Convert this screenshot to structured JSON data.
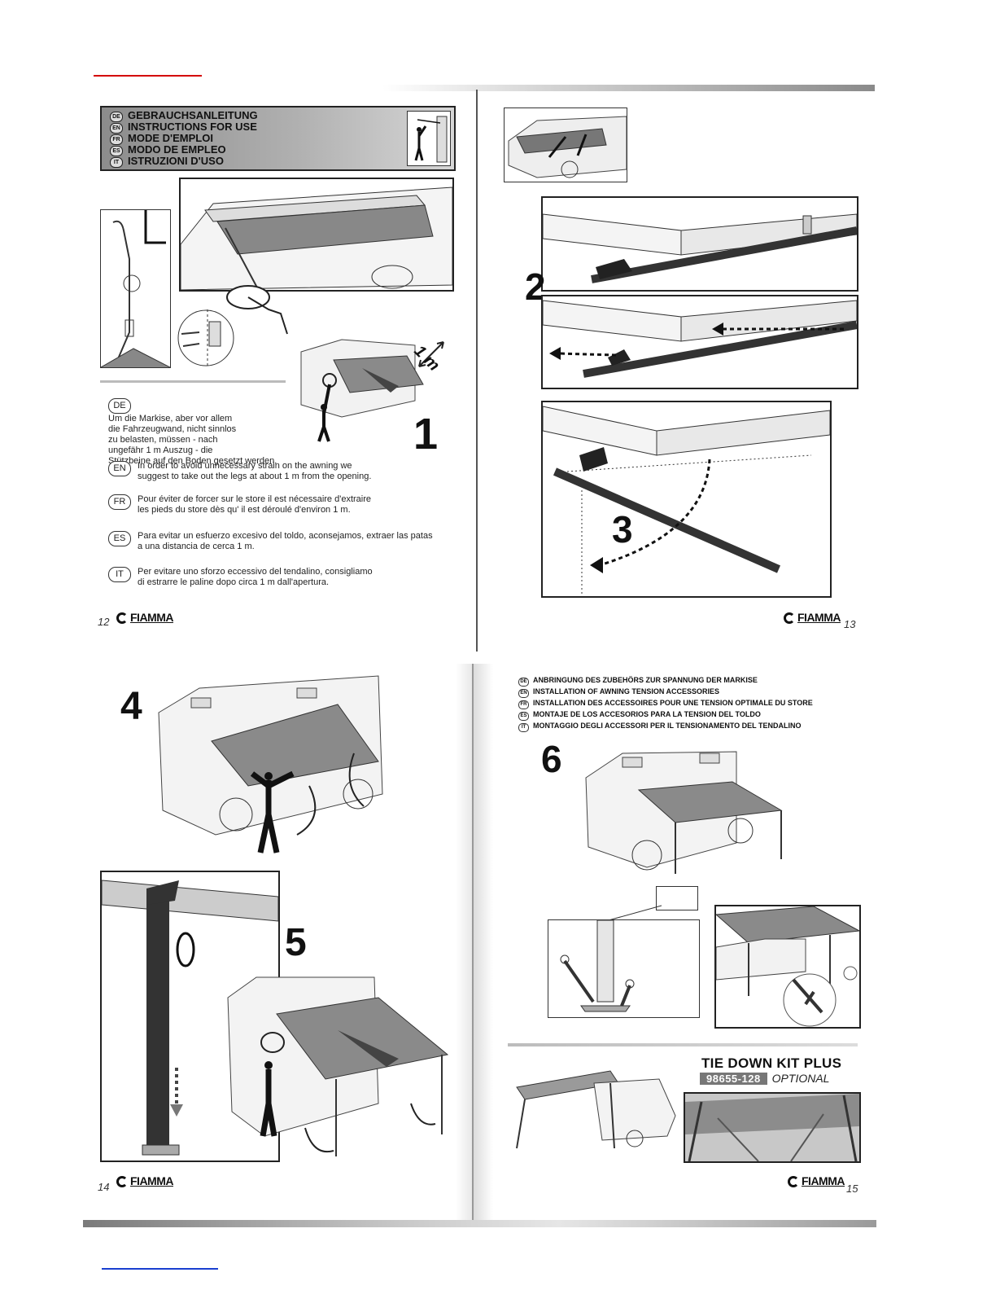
{
  "header_languages": [
    {
      "code": "DE",
      "label": "GEBRAUCHSANLEITUNG"
    },
    {
      "code": "EN",
      "label": "INSTRUCTIONS FOR USE"
    },
    {
      "code": "FR",
      "label": "MODE D'EMPLOI"
    },
    {
      "code": "ES",
      "label": "MODO DE EMPLEO"
    },
    {
      "code": "IT",
      "label": "ISTRUZIONI D'USO"
    }
  ],
  "step1": {
    "distance_label": "1 m",
    "number": "1",
    "texts": [
      {
        "code": "DE",
        "text": "Um die Markise, aber vor allem\ndie Fahrzeugwand, nicht sinnlos\nzu belasten, müssen - nach\nungefähr 1 m Auszug - die\nStützbeine auf den Boden gesetzt werden."
      },
      {
        "code": "EN",
        "text": "In order to avoid unnecessary strain on the awning  we\nsuggest to take out the legs at about 1 m from the opening."
      },
      {
        "code": "FR",
        "text": "Pour éviter de forcer sur le store  il est nécessaire d'extraire\nles pieds du store dès qu' il est déroulé d'environ 1 m."
      },
      {
        "code": "ES",
        "text": "Para evitar un esfuerzo excesivo del toldo, aconsejamos, extraer las patas\na una distancia de cerca 1 m."
      },
      {
        "code": "IT",
        "text": "Per evitare uno sforzo eccessivo del tendalino, consigliamo\ndi estrarre le paline dopo circa 1 m dall'apertura."
      }
    ]
  },
  "steps": {
    "s2": "2",
    "s3": "3",
    "s4": "4",
    "s5": "5",
    "s6": "6"
  },
  "pages": {
    "p12": "12",
    "p13": "13",
    "p14": "14",
    "p15": "15"
  },
  "brand": "FIAMMA",
  "tension_header": [
    {
      "code": "DE",
      "label": "ANBRINGUNG DES ZUBEHÖRS ZUR SPANNUNG DER MARKISE"
    },
    {
      "code": "EN",
      "label": "INSTALLATION OF AWNING TENSION ACCESSORIES"
    },
    {
      "code": "FR",
      "label": "INSTALLATION DES ACCESSOIRES POUR UNE TENSION OPTIMALE DU STORE"
    },
    {
      "code": "ES",
      "label": "MONTAJE DE LOS ACCESORIOS PARA LA TENSION DEL TOLDO"
    },
    {
      "code": "IT",
      "label": "MONTAGGIO DEGLI ACCESSORI PER IL TENSIONAMENTO DEL TENDALINO"
    }
  ],
  "kit": {
    "title": "TIE DOWN KIT PLUS",
    "code": "98655-128",
    "optional": "OPTIONAL"
  },
  "colors": {
    "accent_red": "#d40000",
    "accent_blue": "#1a3fd0",
    "awning_grey": "#7a7a7a"
  }
}
